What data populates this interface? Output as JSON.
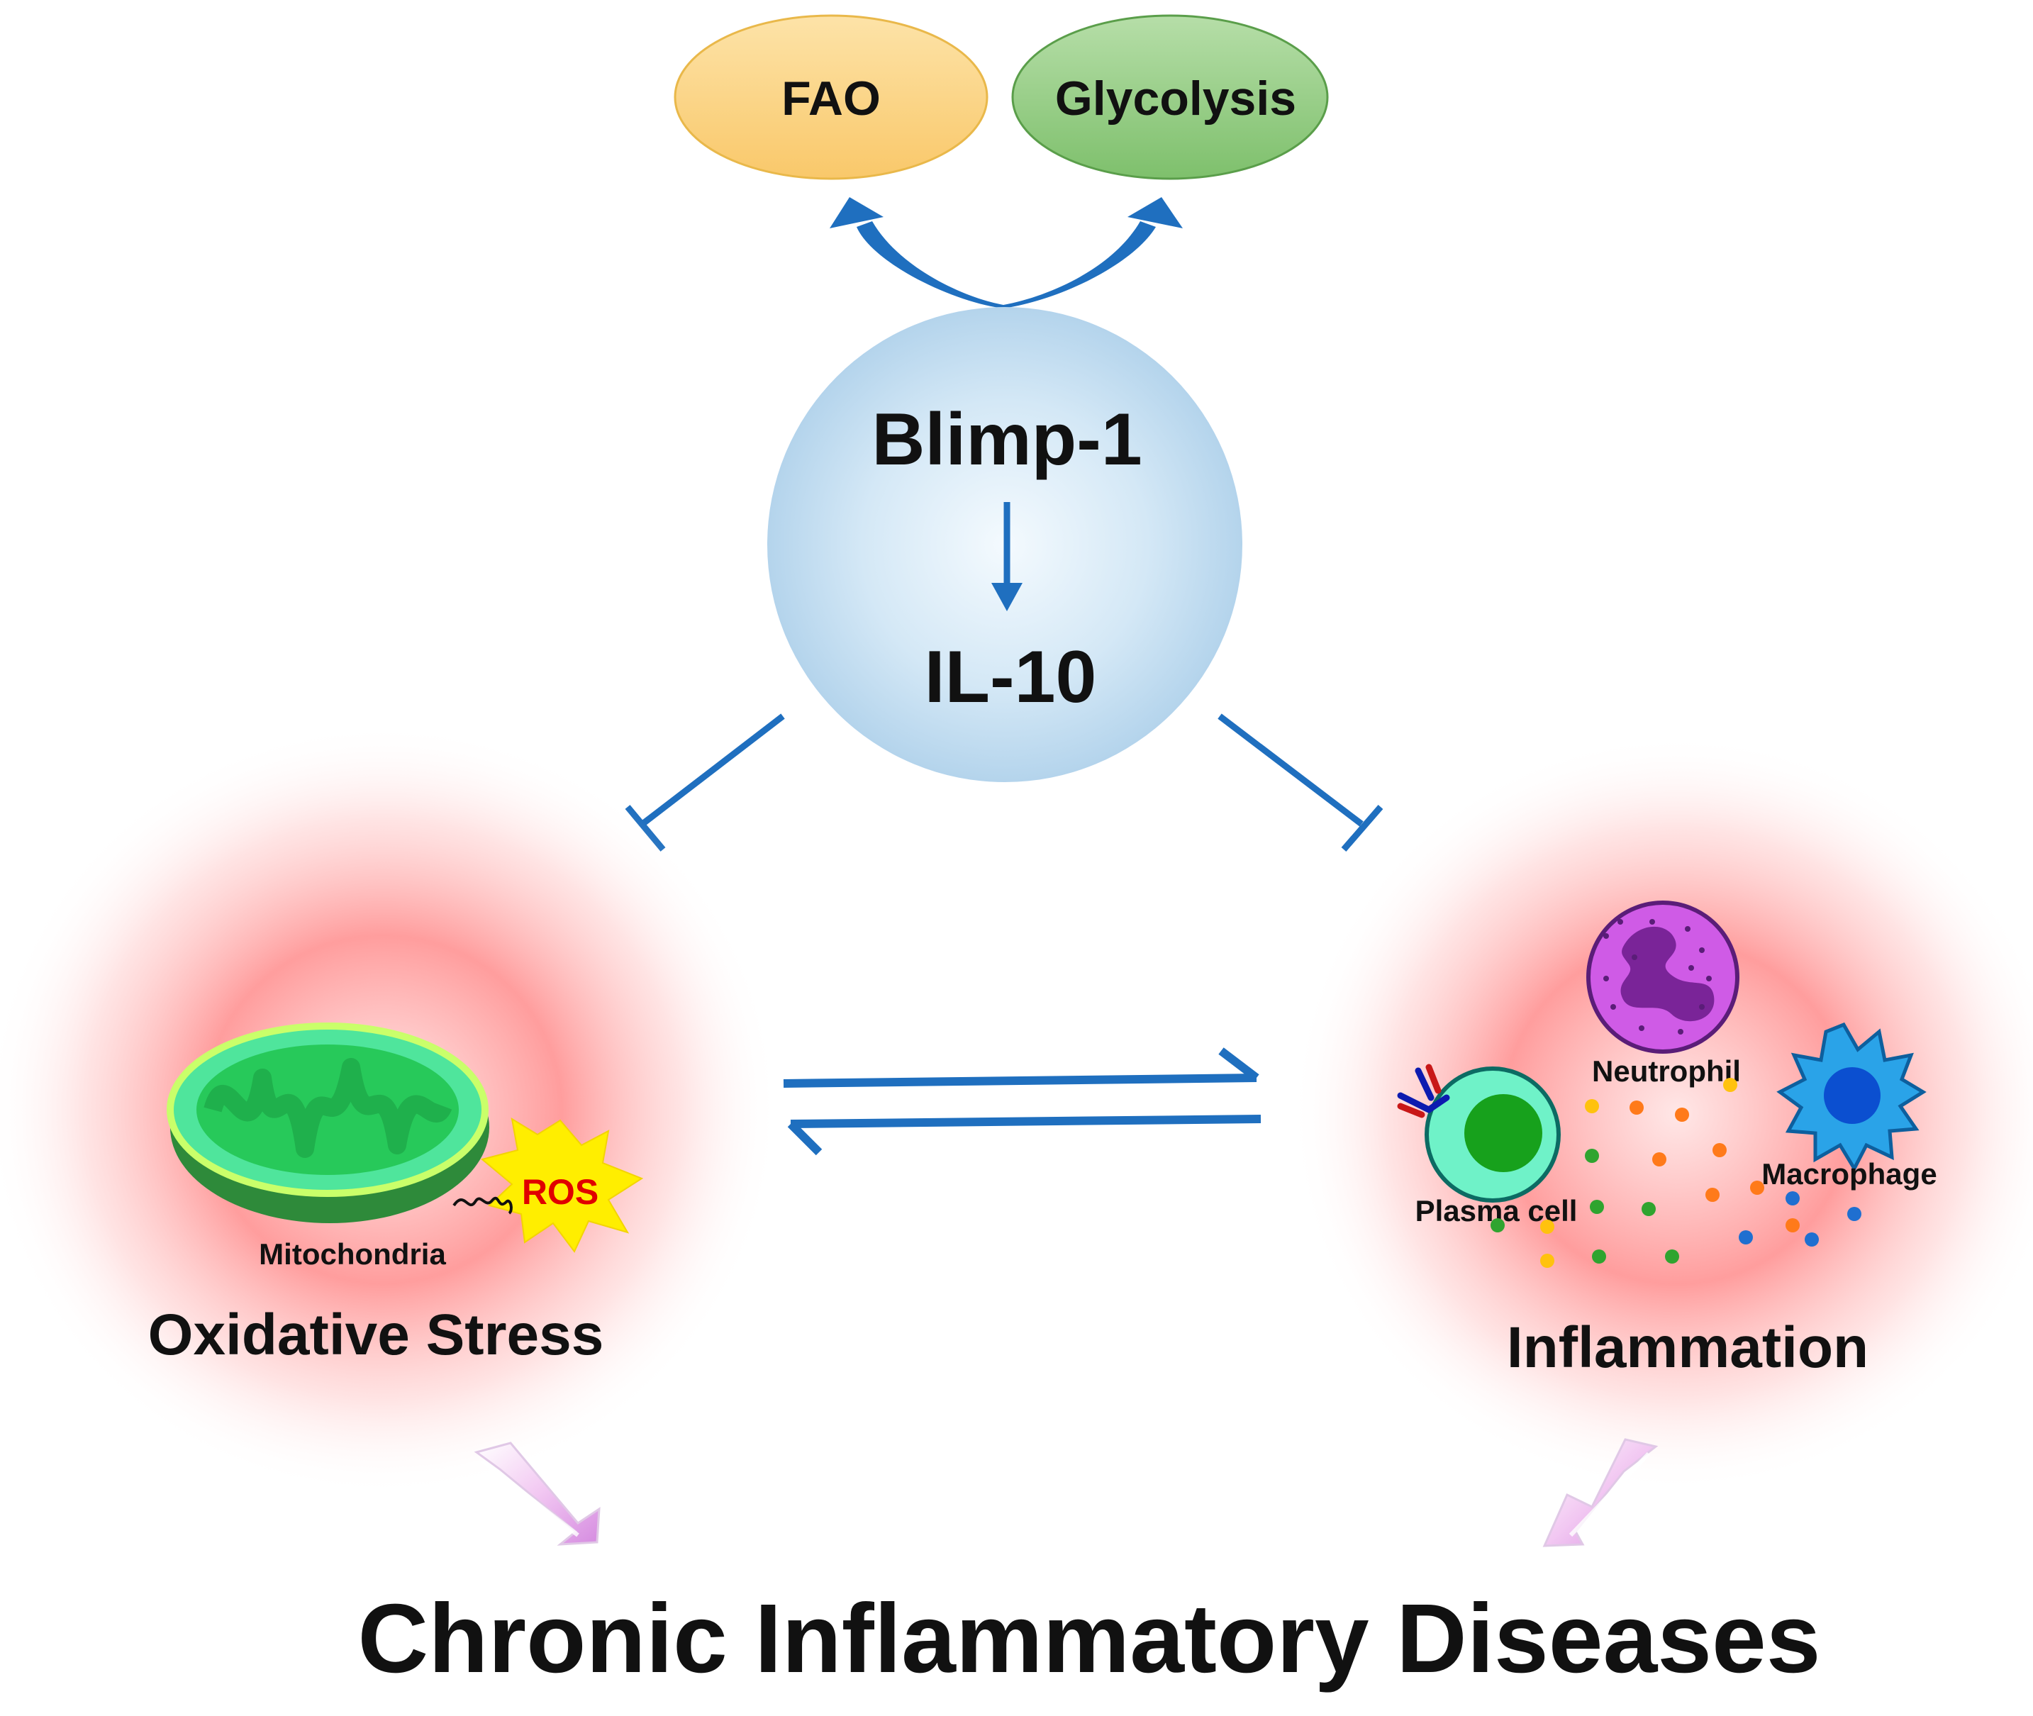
{
  "metabolism": {
    "fao": "FAO",
    "glycolysis": "Glycolysis"
  },
  "center": {
    "top_label": "Blimp-1",
    "bottom_label": "IL-10"
  },
  "left_panel": {
    "organelle_label": "Mitochondria",
    "ros_label": "ROS",
    "title": "Oxidative Stress"
  },
  "right_panel": {
    "neutrophil_label": "Neutrophil",
    "plasma_cell_label": "Plasma cell",
    "macrophage_label": "Macrophage",
    "title": "Inflammation"
  },
  "footer": {
    "title": "Chronic Inflammatory Diseases"
  },
  "colors": {
    "arrow_blue": "#1f6fbf",
    "fao_fill": "#fbd27a",
    "glycolysis_fill": "#93cc82",
    "center_fill": "#bcdaf0",
    "glow_red": "#ff8a8a",
    "mito_green": "#2fd46a",
    "neutrophil": "#cf5be6",
    "macrophage": "#2aa3e8",
    "plasma": "#6ff2c8"
  }
}
